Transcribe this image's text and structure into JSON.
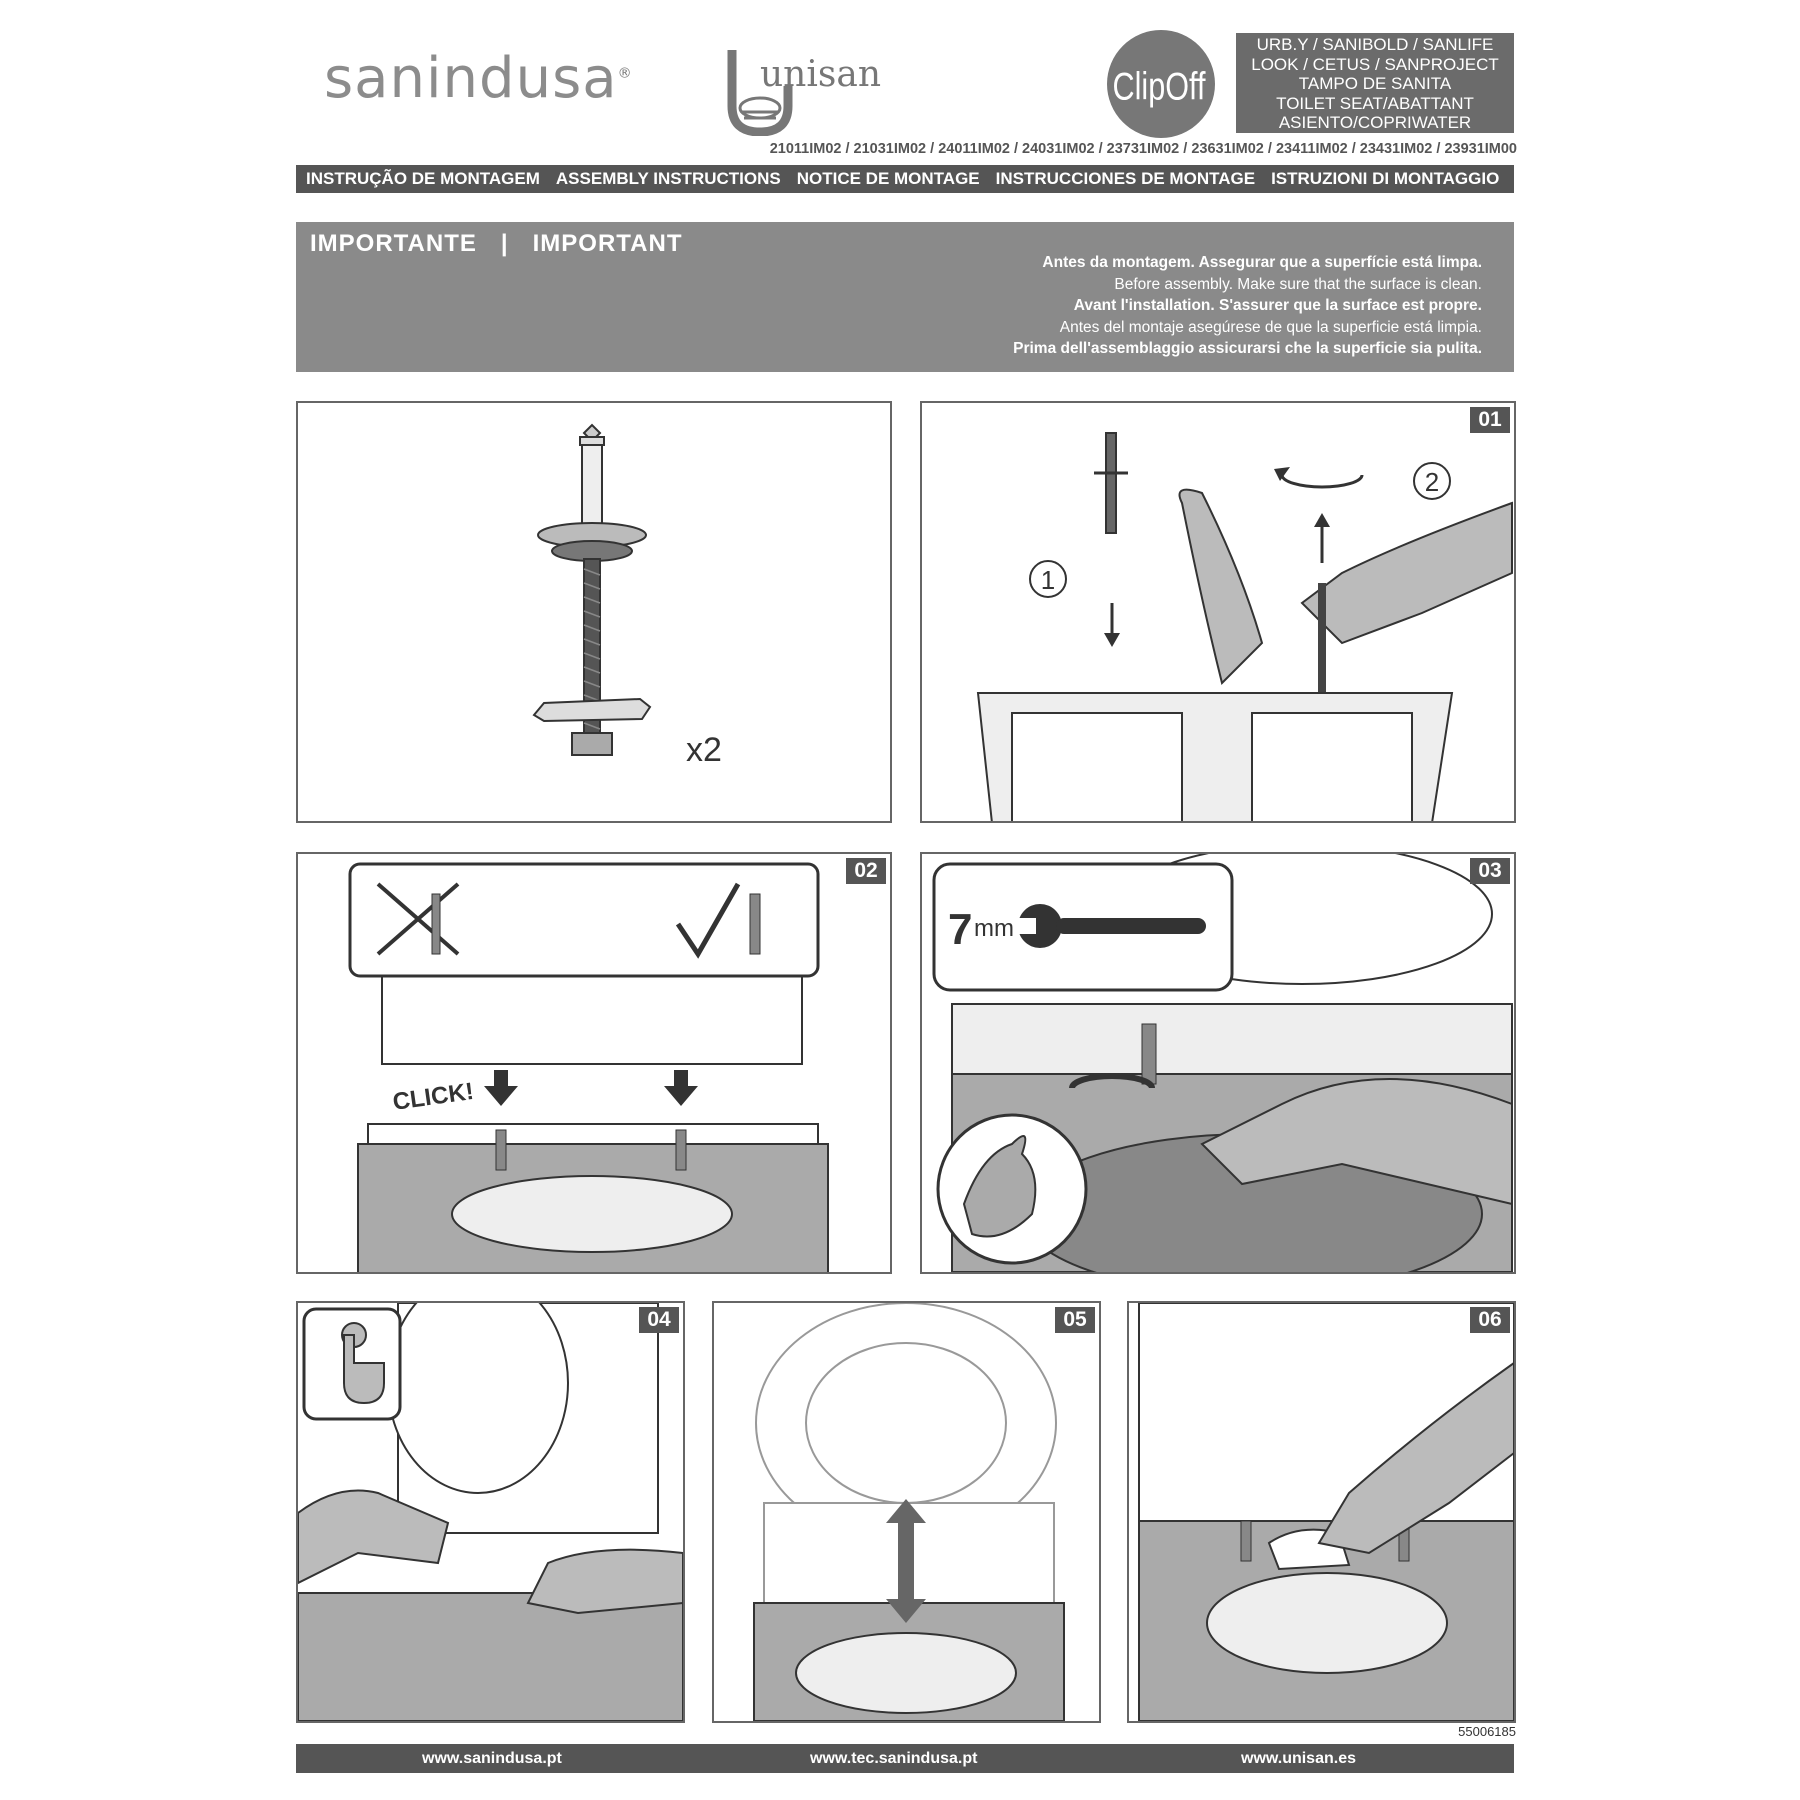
{
  "header": {
    "brand_main": "sanindusa",
    "brand_secondary": "unisan",
    "clip_logo": "ClipOff",
    "product_lines": [
      "URB.Y / SANIBOLD / SANLIFE",
      "LOOK / CETUS / SANPROJECT",
      "TAMPO DE SANITA",
      "TOILET SEAT/ABATTANT",
      "ASIENTO/COPRIWATER"
    ],
    "codes": "21011IM02 / 21031IM02 / 24011IM02 / 24031IM02 / 23731IM02 / 23631IM02 / 23411IM02 / 23431IM02 / 23931IM00",
    "languages": [
      "INSTRUÇÃO DE MONTAGEM",
      "ASSEMBLY INSTRUCTIONS",
      "NOTICE DE MONTAGE",
      "INSTRUCCIONES DE MONTAGE",
      "ISTRUZIONI DI MONTAGGIO"
    ]
  },
  "important": {
    "title_left": "IMPORTANTE",
    "separator": "|",
    "title_right": "IMPORTANT",
    "lines": [
      "Antes da montagem. Assegurar que a superfície está limpa.",
      "Before assembly. Make sure that the surface is clean.",
      "Avant l'installation. S'assurer que la surface est propre.",
      "Antes del montaje asegúrese de que la superficie está limpia.",
      "Prima dell'assemblaggio assicurarsi che la superficie sia pulita."
    ]
  },
  "panels": {
    "parts_qty": "x2",
    "step01": "01",
    "step01_label1": "1",
    "step01_label2": "2",
    "step02": "02",
    "step02_click": "CLICK!",
    "step03": "03",
    "step03_tool": "7",
    "step03_unit": "mm",
    "step04": "04",
    "step05": "05",
    "step06": "06"
  },
  "doc_number": "55006185",
  "footer": {
    "links": [
      "www.sanindusa.pt",
      "www.tec.sanindusa.pt",
      "www.unisan.es"
    ]
  },
  "colors": {
    "dark_bar": "#555555",
    "important_bg": "#8a8a8a",
    "product_box": "#6b6b6b",
    "panel_border": "#666666"
  }
}
